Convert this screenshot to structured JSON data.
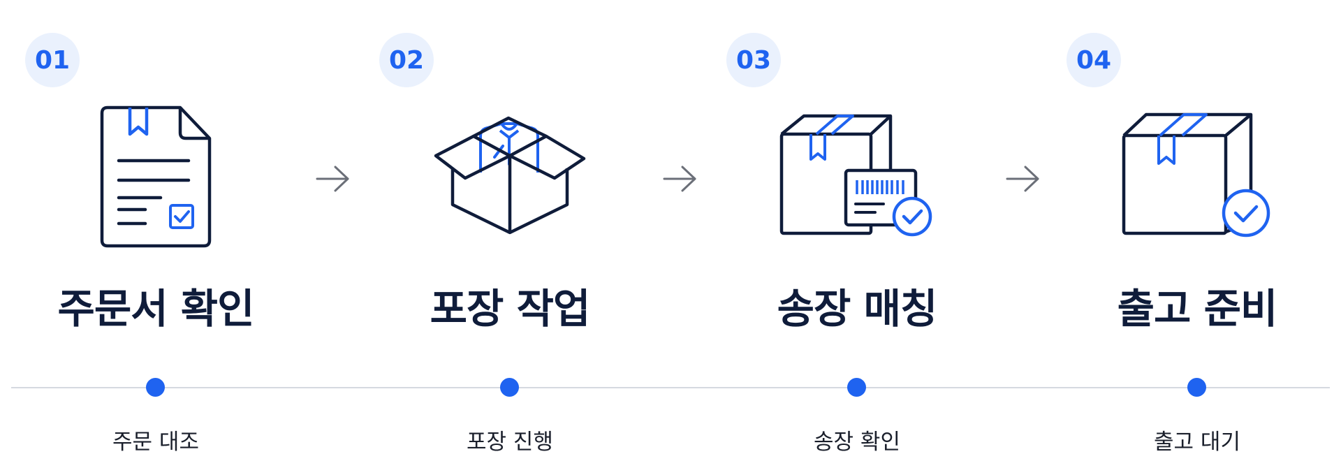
{
  "steps": [
    {
      "number": "01",
      "title": "주문서 확인",
      "caption": "주문 대조"
    },
    {
      "number": "02",
      "title": "포장 작업",
      "caption": "포장 진행"
    },
    {
      "number": "03",
      "title": "송장 매칭",
      "caption": "송장 확인"
    },
    {
      "number": "04",
      "title": "출고 준비",
      "caption": "출고 대기"
    }
  ],
  "colors": {
    "accent": "#1f63f0",
    "badge_bg": "#eaf1fd",
    "ink": "#0f1c3a",
    "timeline": "#d5d9e0",
    "arrow": "#6b6f78"
  },
  "icons": [
    "document-check-icon",
    "open-box-shirt-icon",
    "box-label-check-icon",
    "sealed-box-check-icon"
  ]
}
